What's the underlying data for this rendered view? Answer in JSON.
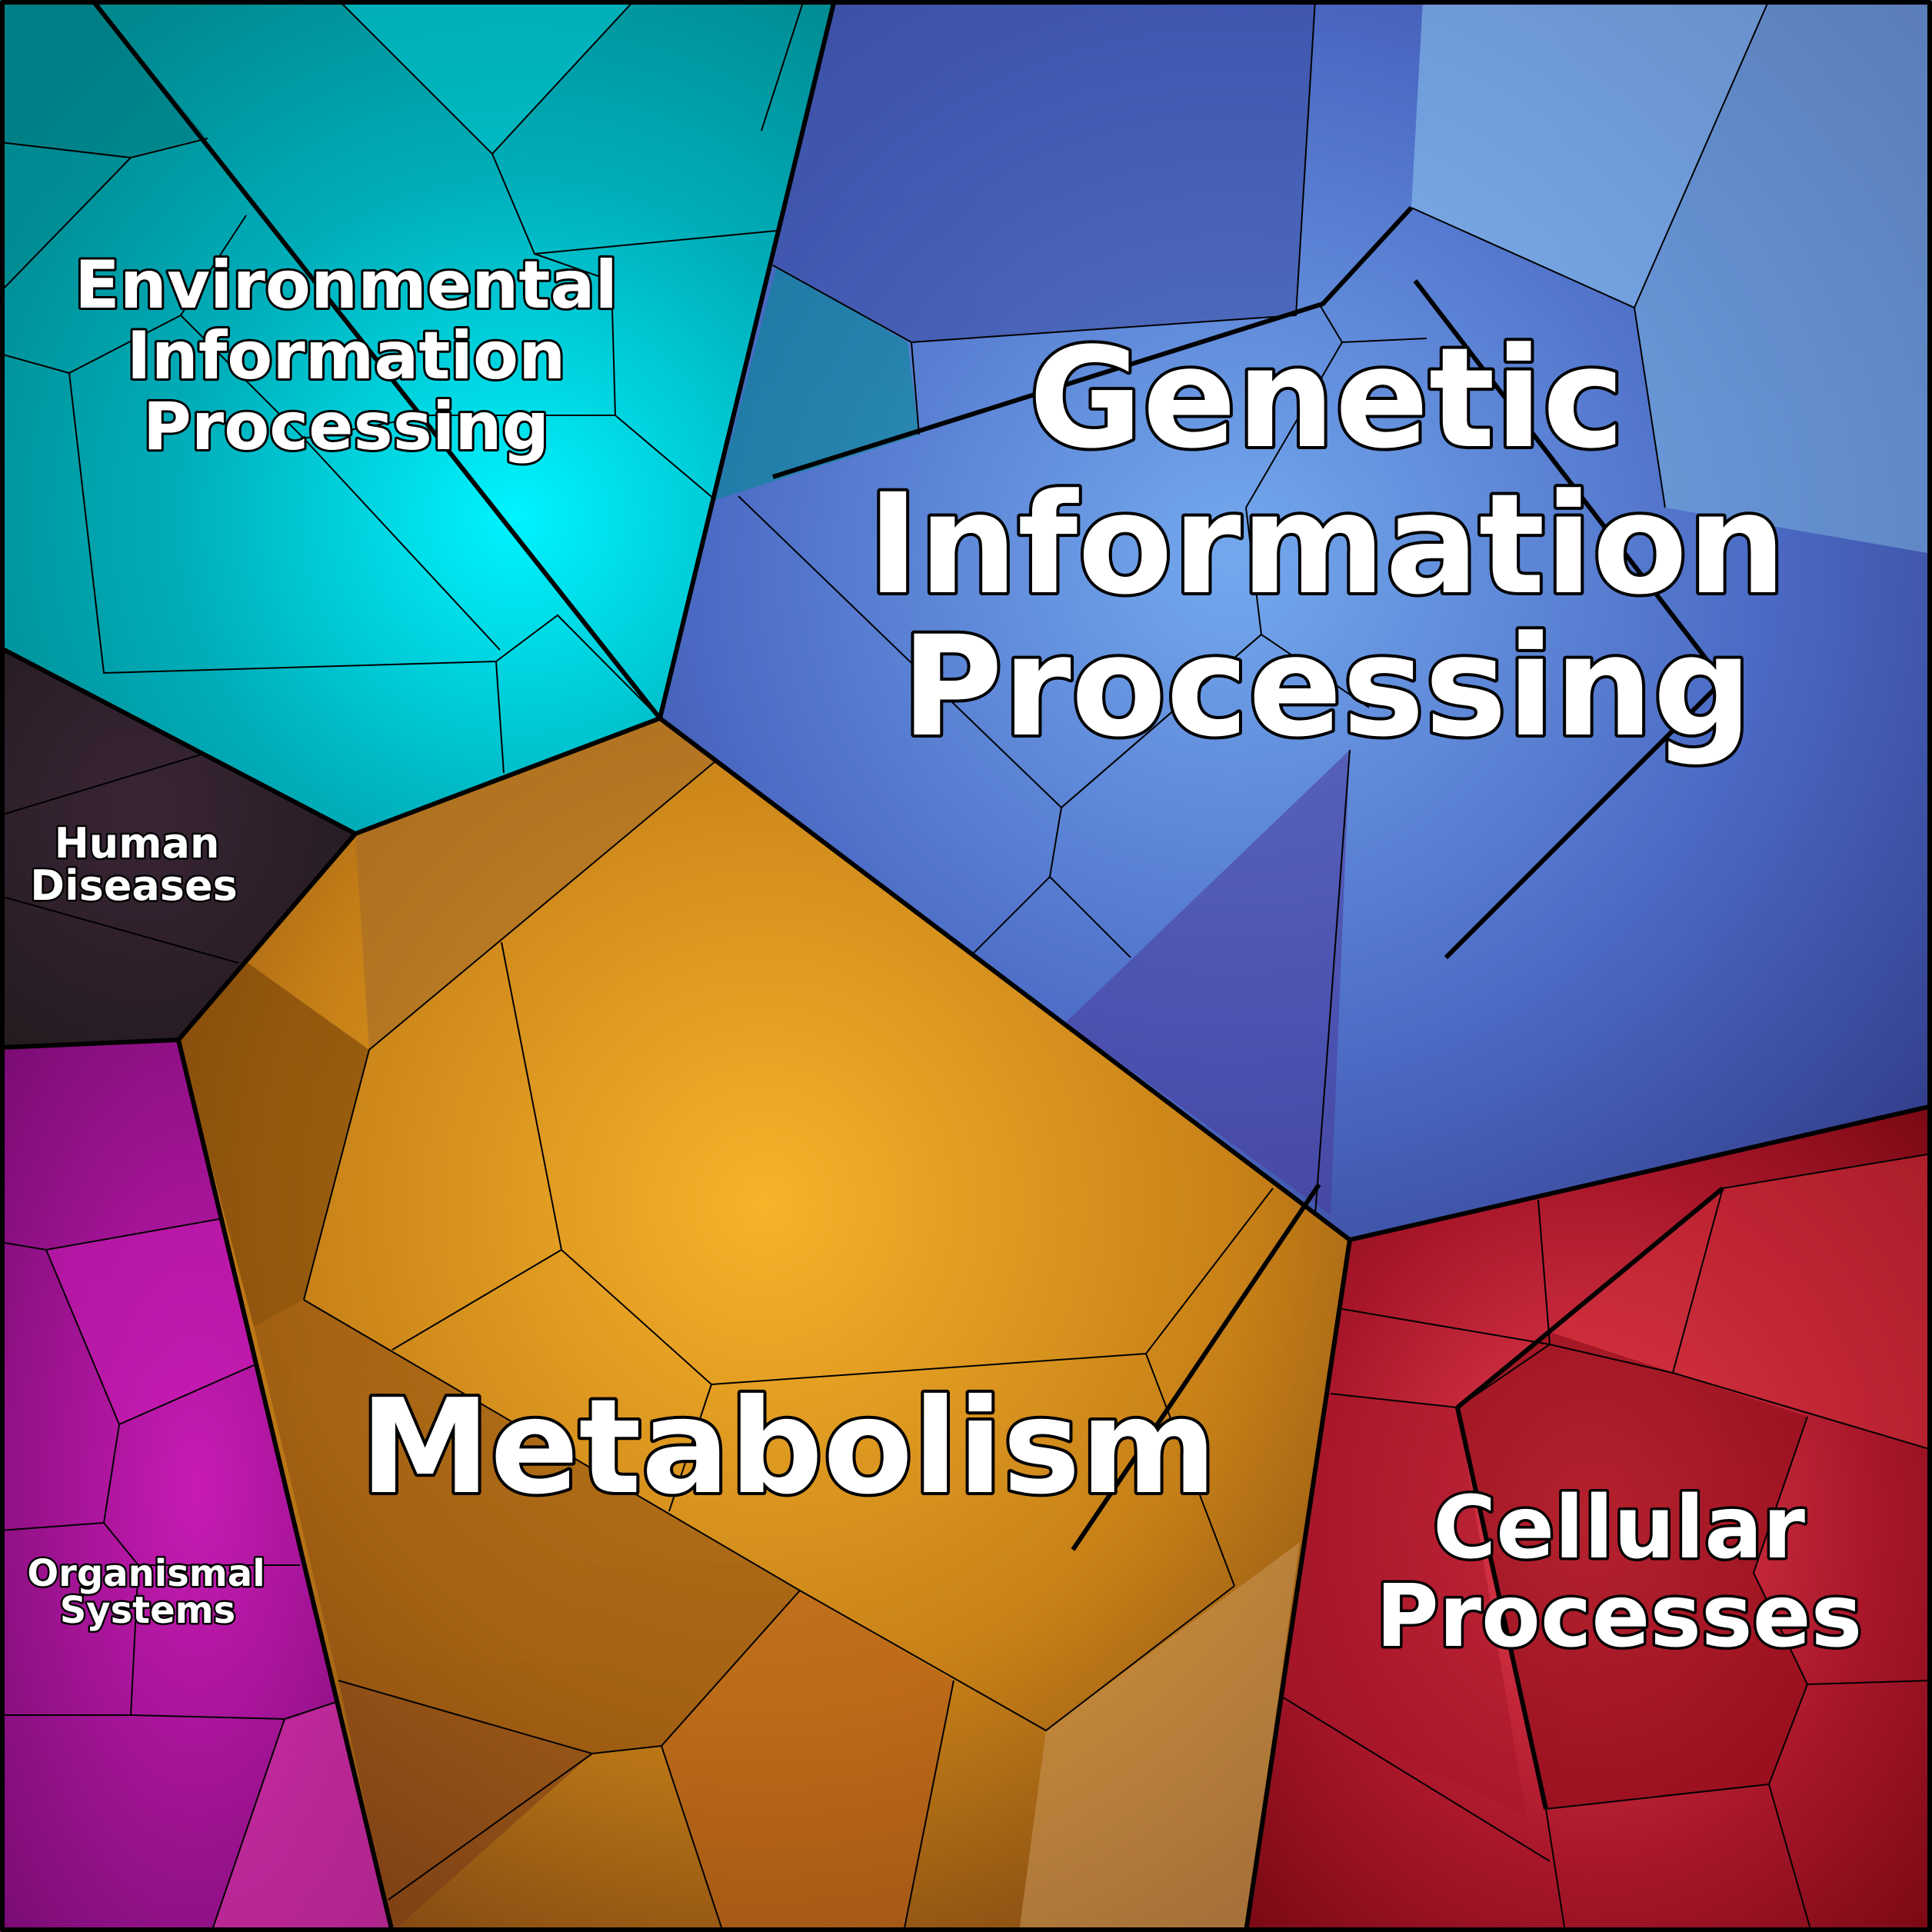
{
  "categories": [
    {
      "id": "environmental",
      "lines": [
        "Environmental",
        "Information",
        "Processing"
      ],
      "color": "#00b8c4"
    },
    {
      "id": "genetic",
      "lines": [
        "Genetic",
        "Information",
        "Processing"
      ],
      "color": "#4a67c8"
    },
    {
      "id": "human",
      "lines": [
        "Human",
        "Diseases"
      ],
      "color": "#2d1f24"
    },
    {
      "id": "organismal",
      "lines": [
        "Organismal",
        "Systems"
      ],
      "color": "#9a0f8e"
    },
    {
      "id": "metabolism",
      "lines": [
        "Metabolism"
      ],
      "color": "#d99a1d"
    },
    {
      "id": "cellular",
      "lines": [
        "Cellular",
        "Processes"
      ],
      "color": "#b0142a"
    }
  ]
}
